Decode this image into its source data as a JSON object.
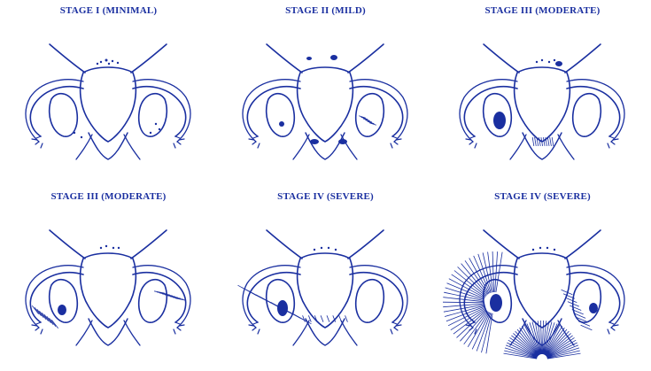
{
  "colors": {
    "ink": "#1a2fa0",
    "background": "#ffffff"
  },
  "panels": [
    {
      "caption": "STAGE I (MINIMAL)"
    },
    {
      "caption": "STAGE II (MILD)"
    },
    {
      "caption": "STAGE III (MODERATE)"
    },
    {
      "caption": "STAGE III (MODERATE)"
    },
    {
      "caption": "STAGE IV (SEVERE)"
    },
    {
      "caption": "STAGE IV (SEVERE)"
    }
  ]
}
